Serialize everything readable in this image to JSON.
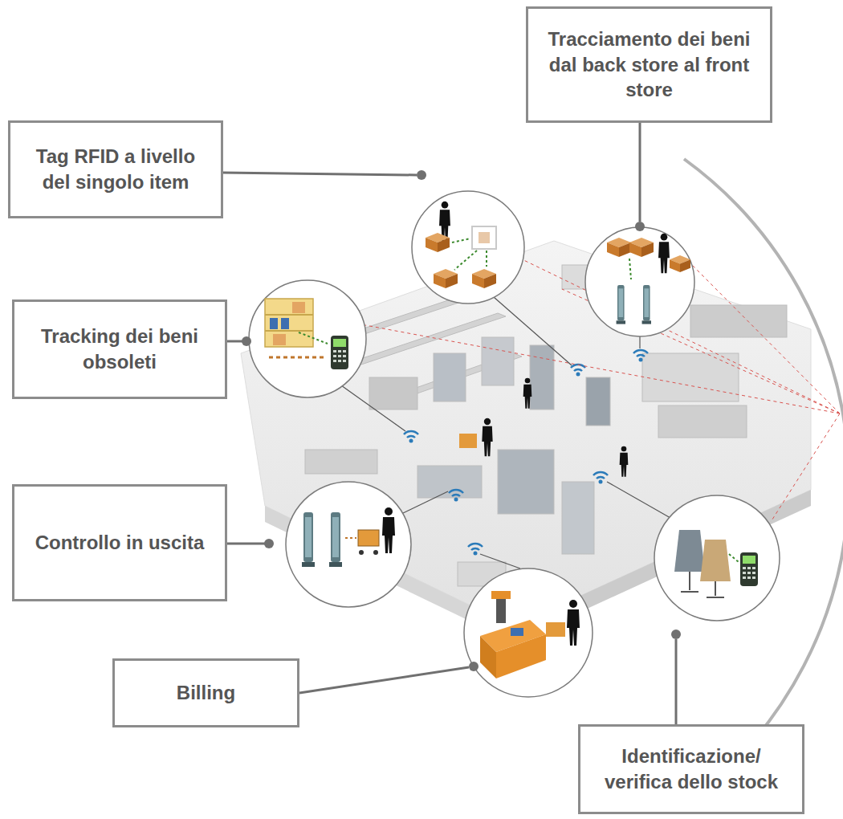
{
  "diagram": {
    "nodes": [
      {
        "text": [
          "Tracciamento dei beni dal back store al front store"
        ]
      },
      {
        "text": [
          "Tag RFID a livello del singolo item"
        ]
      },
      {
        "text": [
          "Tracking dei beni obsoleti"
        ]
      },
      {
        "text": [
          "Controllo in uscita"
        ]
      },
      {
        "text": [
          "Billing"
        ]
      },
      {
        "text": [
          "Identificazione/ verifica dello stock"
        ]
      }
    ]
  }
}
